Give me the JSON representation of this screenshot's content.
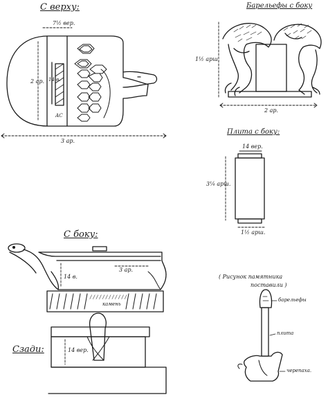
{
  "sketches": {
    "top_view": {
      "title": "С верху:",
      "width_label": "7½ вер.",
      "height_label": "2 ар.",
      "inner_label": "14 в.",
      "length_label": "3 ар.",
      "bottom_inner_label": "АС"
    },
    "bas_relief": {
      "title": "Барельефы с боку",
      "height_label": "1½ арш.",
      "width_label": "2 ар."
    },
    "slab": {
      "title": "Плита с боку:",
      "top_label": "14 вер.",
      "height_label": "3¼ арш.",
      "bottom_label": "1½ арш."
    },
    "side_view": {
      "title": "С боку:",
      "length_label": "3 ар.",
      "height_label": "14 в.",
      "hatch_label": "/ / / / / / / / / / / /",
      "caption": "камень"
    },
    "rear_view": {
      "title": "Сзади:",
      "height_label": "14 вер."
    },
    "reconstruction": {
      "title_line1": "( Рисунок памятника",
      "title_line2": "поставили )",
      "label_relief": "барельефы",
      "label_slab": "плита",
      "label_turtle": "черепаха."
    }
  }
}
